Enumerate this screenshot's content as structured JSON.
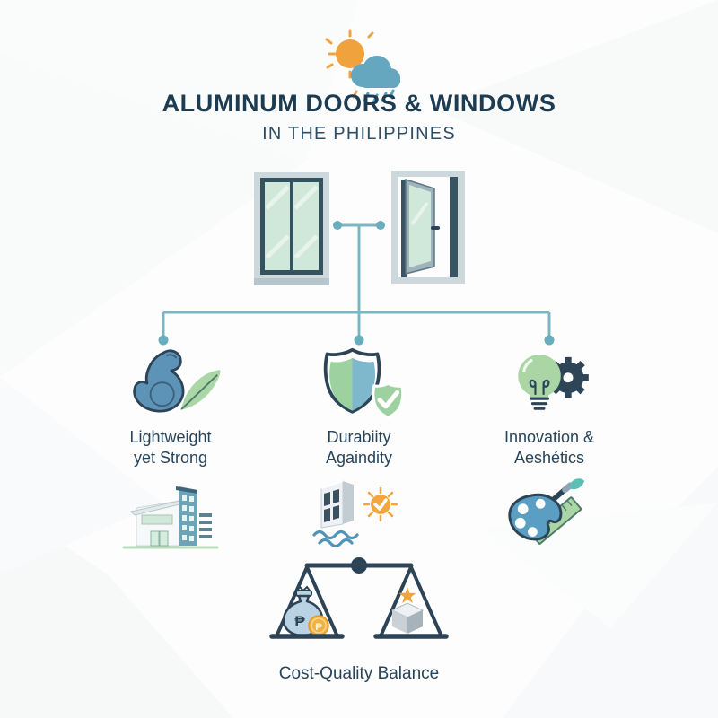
{
  "header": {
    "title": "ALUMINUM DOORS & WINDOWS",
    "subtitle": "IN THE PHILIPPINES"
  },
  "columns": [
    {
      "icon": "muscle-feather-icon",
      "label_line1": "Lightweight",
      "label_line2": "yet Strong",
      "sub_icon": "modern-building-icon"
    },
    {
      "icon": "shield-check-icon",
      "label_line1": "Durabiity",
      "label_line2": "Againdity",
      "sub_icon": "building-water-sun-icon"
    },
    {
      "icon": "lightbulb-gear-icon",
      "label_line1": "Innovation &",
      "label_line2": "Aeshétics",
      "sub_icon": "palette-ruler-icon"
    }
  ],
  "scale": {
    "bag_symbol": "₱",
    "coin_symbol": "₱"
  },
  "footer": {
    "label": "Cost-Quality Balance"
  },
  "icons": [
    "sun-rain-cloud-icon",
    "window-icon",
    "open-door-icon",
    "muscle-feather-icon",
    "shield-check-icon",
    "lightbulb-gear-icon",
    "modern-building-icon",
    "building-water-sun-icon",
    "palette-ruler-icon",
    "balance-scale-icon",
    "money-bag-icon",
    "peso-coin-icon",
    "quality-cube-icon",
    "star-icon"
  ],
  "colors": {
    "title_navy": "#1d3c52",
    "text_navy": "#27445a",
    "connector_teal": "#7cb6c3",
    "dot_teal": "#68aebd",
    "icon_blue": "#5e93b8",
    "icon_green": "#a9d6a4",
    "icon_dark_outline": "#2d4457",
    "accent_orange": "#f0a23c",
    "glass_green": "#cfe8da",
    "frame_gray": "#cdd8dd"
  }
}
